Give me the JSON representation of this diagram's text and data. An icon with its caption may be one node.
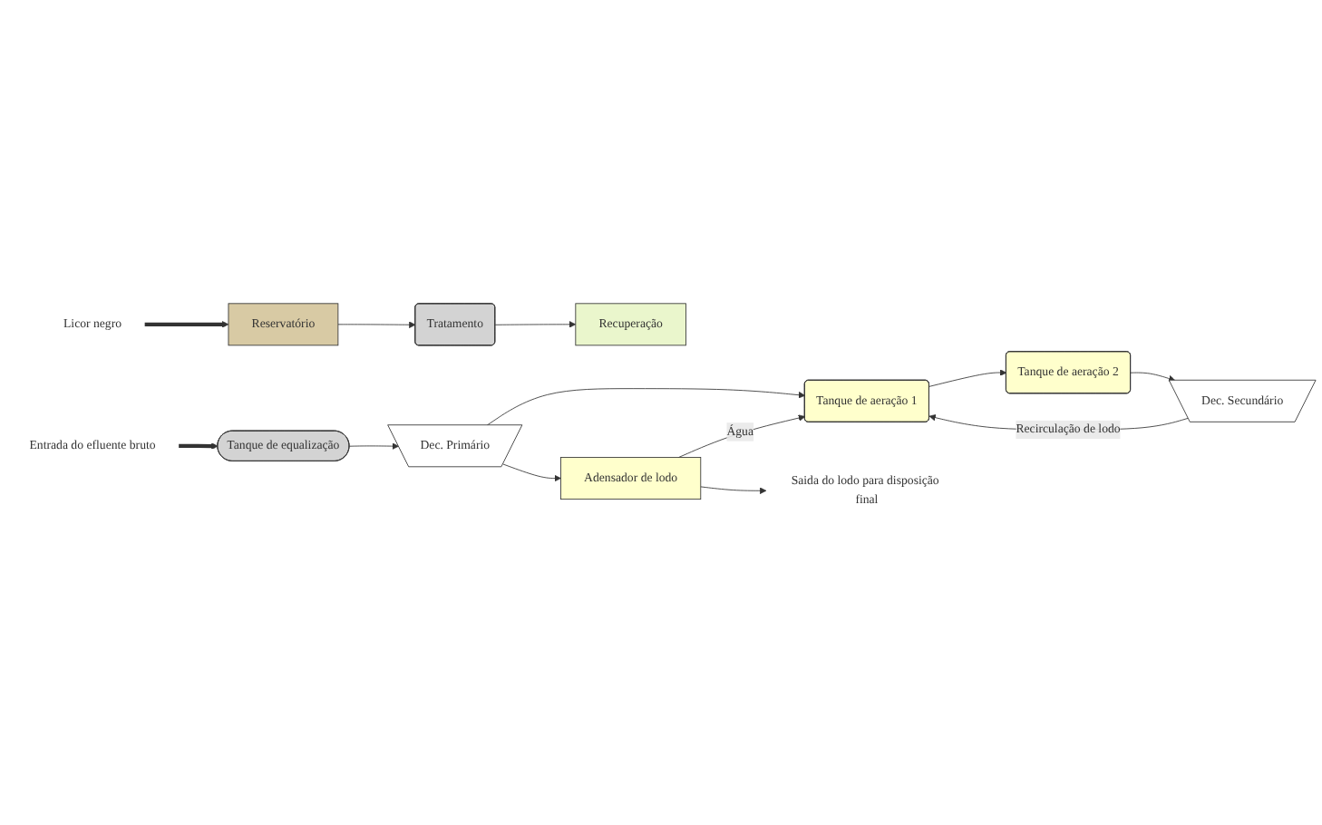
{
  "diagram": {
    "nodes": [
      {
        "text": [
          "Licor negro"
        ]
      },
      {
        "text": [
          "Reservatório"
        ]
      },
      {
        "text": [
          "Tratamento"
        ]
      },
      {
        "text": [
          "Recuperação"
        ]
      },
      {
        "text": [
          "Entrada do efluente bruto"
        ]
      },
      {
        "text": [
          "Tanque de equalização"
        ]
      },
      {
        "text": [
          "Dec. Primário"
        ]
      },
      {
        "text": [
          "Tanque de aeração 1"
        ]
      },
      {
        "text": [
          "Tanque de aeração 2"
        ]
      },
      {
        "text": [
          "Dec. Secundário"
        ]
      },
      {
        "text": [
          "Adensador de lodo"
        ]
      },
      {
        "text": [
          "Saida do lodo para disposição final"
        ]
      }
    ],
    "edges": [
      {
        "from": 0,
        "to": 1,
        "arrow": "to",
        "style": "thick"
      },
      {
        "from": 1,
        "to": 2,
        "arrow": "to"
      },
      {
        "from": 2,
        "to": 3,
        "arrow": "to"
      },
      {
        "from": 4,
        "to": 5,
        "arrow": "to",
        "style": "thick"
      },
      {
        "from": 5,
        "to": 6,
        "arrow": "to"
      },
      {
        "from": 6,
        "to": 7,
        "arrow": "to"
      },
      {
        "from": 7,
        "to": 8,
        "arrow": "to"
      },
      {
        "from": 8,
        "to": 9,
        "arrow": "to"
      },
      {
        "from": 9,
        "to": 7,
        "arrow": "to",
        "label": "Recirculação de lodo"
      },
      {
        "from": 6,
        "to": 10,
        "arrow": "to"
      },
      {
        "from": 10,
        "to": 7,
        "arrow": "to",
        "label": "Água"
      },
      {
        "from": 10,
        "to": 11,
        "arrow": "to"
      }
    ]
  }
}
